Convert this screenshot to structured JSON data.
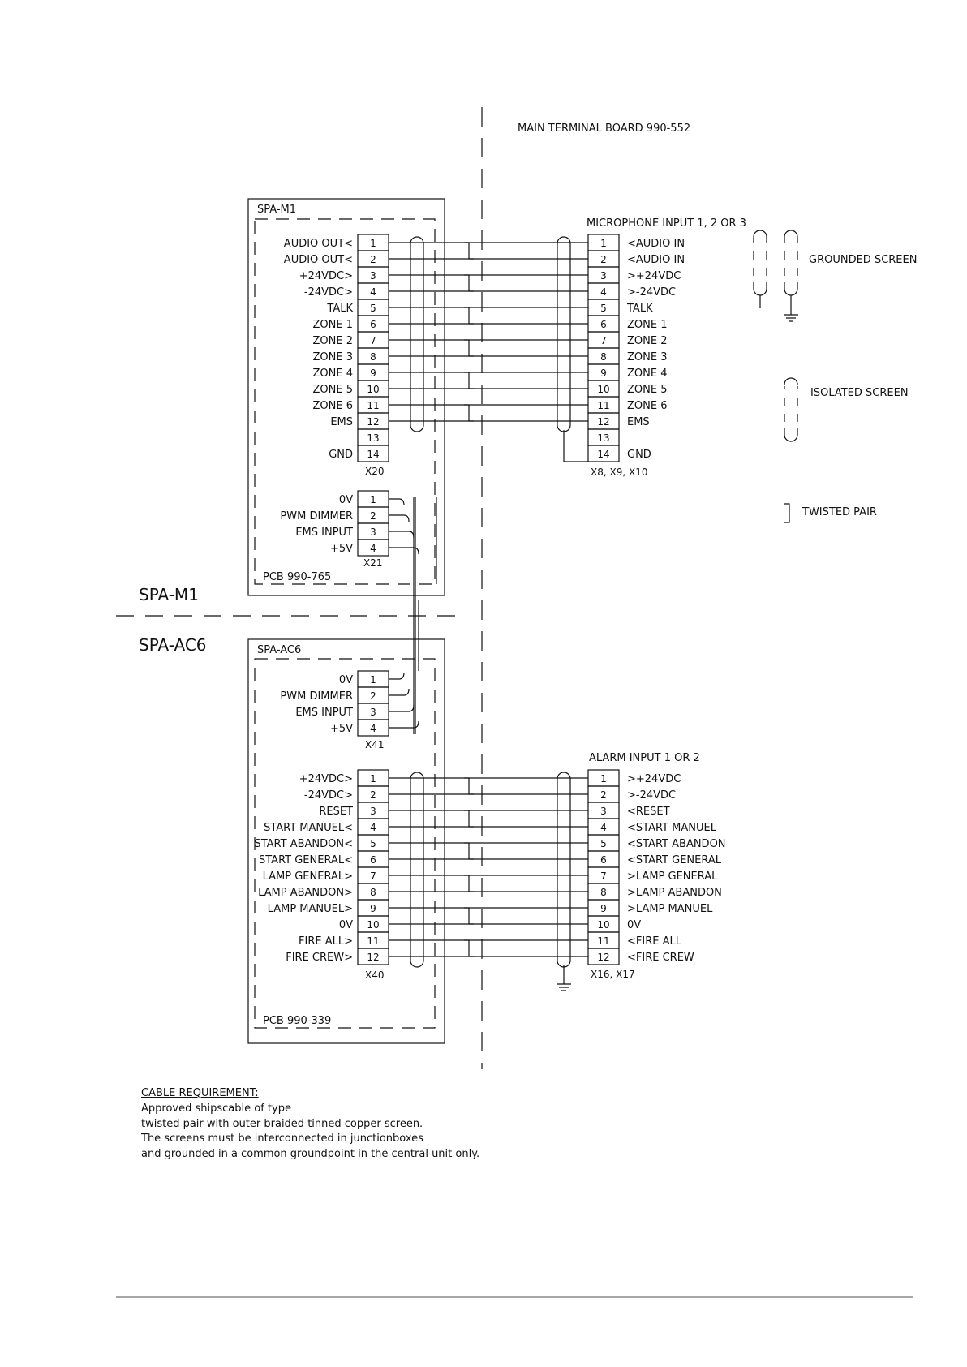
{
  "title": "MAIN TERMINAL BOARD 990-552",
  "sections": {
    "upper": "SPA-M1",
    "lower": "SPA-AC6"
  },
  "spa_m1": {
    "box_title": "SPA-M1",
    "pcb": "PCB 990-765",
    "x20": {
      "name": "X20",
      "rows": [
        {
          "n": "1",
          "label": "AUDIO OUT<"
        },
        {
          "n": "2",
          "label": "AUDIO OUT<"
        },
        {
          "n": "3",
          "label": "+24VDC>"
        },
        {
          "n": "4",
          "label": "-24VDC>"
        },
        {
          "n": "5",
          "label": "TALK"
        },
        {
          "n": "6",
          "label": "ZONE 1"
        },
        {
          "n": "7",
          "label": "ZONE 2"
        },
        {
          "n": "8",
          "label": "ZONE 3"
        },
        {
          "n": "9",
          "label": "ZONE 4"
        },
        {
          "n": "10",
          "label": "ZONE 5"
        },
        {
          "n": "11",
          "label": "ZONE 6"
        },
        {
          "n": "12",
          "label": "EMS"
        },
        {
          "n": "13",
          "label": ""
        },
        {
          "n": "14",
          "label": "GND"
        }
      ]
    },
    "x21": {
      "name": "X21",
      "rows": [
        {
          "n": "1",
          "label": "0V"
        },
        {
          "n": "2",
          "label": "PWM DIMMER"
        },
        {
          "n": "3",
          "label": "EMS INPUT"
        },
        {
          "n": "4",
          "label": "+5V"
        }
      ]
    }
  },
  "microphone": {
    "title": "MICROPHONE INPUT 1, 2 OR 3",
    "name": "X8, X9, X10",
    "rows": [
      {
        "n": "1",
        "label": "<AUDIO IN"
      },
      {
        "n": "2",
        "label": "<AUDIO IN"
      },
      {
        "n": "3",
        "label": ">+24VDC"
      },
      {
        "n": "4",
        "label": ">-24VDC"
      },
      {
        "n": "5",
        "label": "TALK"
      },
      {
        "n": "6",
        "label": "ZONE 1"
      },
      {
        "n": "7",
        "label": "ZONE 2"
      },
      {
        "n": "8",
        "label": "ZONE 3"
      },
      {
        "n": "9",
        "label": "ZONE 4"
      },
      {
        "n": "10",
        "label": "ZONE 5"
      },
      {
        "n": "11",
        "label": "ZONE 6"
      },
      {
        "n": "12",
        "label": "EMS"
      },
      {
        "n": "13",
        "label": ""
      },
      {
        "n": "14",
        "label": "GND"
      }
    ]
  },
  "spa_ac6": {
    "box_title": "SPA-AC6",
    "pcb": "PCB 990-339",
    "x41": {
      "name": "X41",
      "rows": [
        {
          "n": "1",
          "label": "0V"
        },
        {
          "n": "2",
          "label": "PWM DIMMER"
        },
        {
          "n": "3",
          "label": "EMS INPUT"
        },
        {
          "n": "4",
          "label": "+5V"
        }
      ]
    },
    "x40": {
      "name": "X40",
      "rows": [
        {
          "n": "1",
          "label": "+24VDC>"
        },
        {
          "n": "2",
          "label": "-24VDC>"
        },
        {
          "n": "3",
          "label": "RESET"
        },
        {
          "n": "4",
          "label": "START MANUEL<"
        },
        {
          "n": "5",
          "label": "START ABANDON<"
        },
        {
          "n": "6",
          "label": "START GENERAL<"
        },
        {
          "n": "7",
          "label": "LAMP GENERAL>"
        },
        {
          "n": "8",
          "label": "LAMP ABANDON>"
        },
        {
          "n": "9",
          "label": "LAMP MANUEL>"
        },
        {
          "n": "10",
          "label": "0V"
        },
        {
          "n": "11",
          "label": "FIRE ALL>"
        },
        {
          "n": "12",
          "label": "FIRE CREW>"
        }
      ]
    }
  },
  "alarm": {
    "title": "ALARM INPUT 1 OR 2",
    "name": "X16, X17",
    "rows": [
      {
        "n": "1",
        "label": ">+24VDC"
      },
      {
        "n": "2",
        "label": ">-24VDC"
      },
      {
        "n": "3",
        "label": "<RESET"
      },
      {
        "n": "4",
        "label": "<START MANUEL"
      },
      {
        "n": "5",
        "label": "<START ABANDON"
      },
      {
        "n": "6",
        "label": "<START GENERAL"
      },
      {
        "n": "7",
        "label": ">LAMP GENERAL"
      },
      {
        "n": "8",
        "label": ">LAMP ABANDON"
      },
      {
        "n": "9",
        "label": ">LAMP MANUEL"
      },
      {
        "n": "10",
        "label": "0V"
      },
      {
        "n": "11",
        "label": "<FIRE ALL"
      },
      {
        "n": "12",
        "label": "<FIRE CREW"
      }
    ]
  },
  "legend": {
    "grounded": "GROUNDED SCREEN",
    "isolated": "ISOLATED SCREEN",
    "twisted": "TWISTED PAIR"
  },
  "cable": {
    "heading": "CABLE REQUIREMENT:",
    "lines": [
      "Approved shipscable of type",
      "twisted pair with outer braided tinned copper screen.",
      "The screens must be interconnected in junctionboxes",
      "and grounded in a common groundpoint in the central unit only."
    ]
  }
}
